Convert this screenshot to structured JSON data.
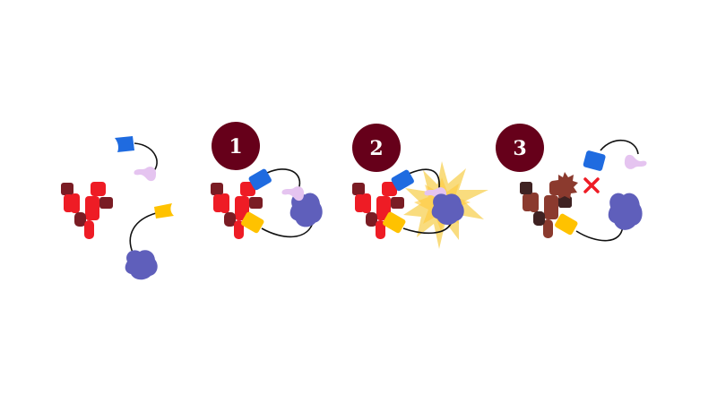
{
  "steps": [
    {
      "label": "1"
    },
    {
      "label": "2"
    },
    {
      "label": "3"
    }
  ],
  "colors": {
    "badge": "#66001A",
    "receptor_active": "#EE1C25",
    "receptor_dark": "#7A1C24",
    "receptor_inactive": "#8B3A2E",
    "receptor_inactive_dark": "#3F2222",
    "tag_blue": "#1F6BE0",
    "tag_yellow": "#FFC200",
    "ligand_pink": "#E5C4F0",
    "blob_purple": "#5F5FBB",
    "burst": "#F9DC7E",
    "cross": "#EE1C25"
  }
}
